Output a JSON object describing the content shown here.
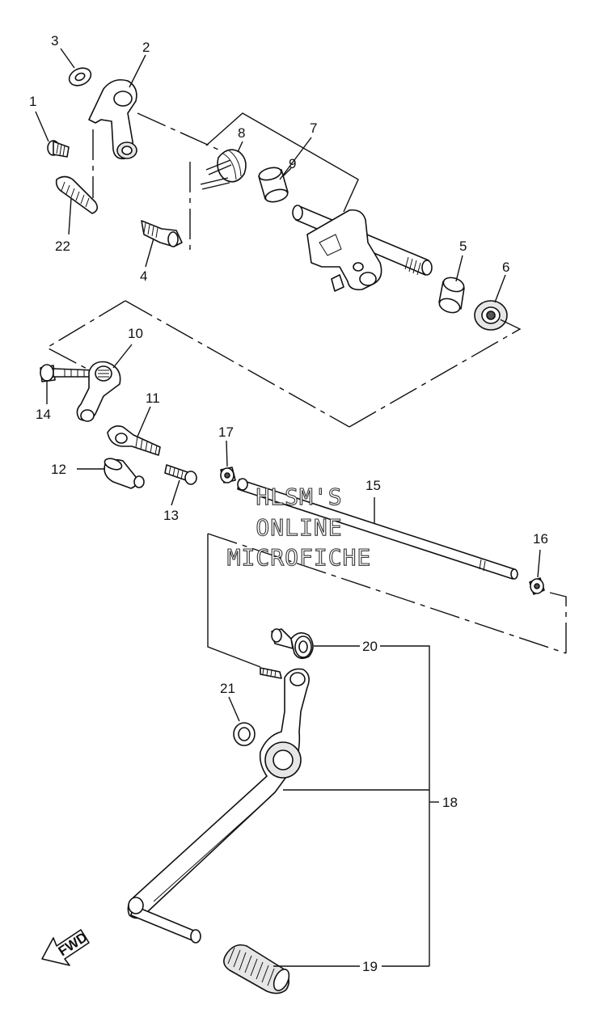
{
  "callouts": [
    "1",
    "2",
    "3",
    "4",
    "5",
    "6",
    "7",
    "8",
    "9",
    "10",
    "11",
    "12",
    "13",
    "14",
    "15",
    "16",
    "17",
    "18",
    "19",
    "20",
    "21",
    "22"
  ],
  "watermark": [
    "HLSM'S",
    "ONLINE",
    "MICROFICHE"
  ],
  "fwd_label": "FWD"
}
